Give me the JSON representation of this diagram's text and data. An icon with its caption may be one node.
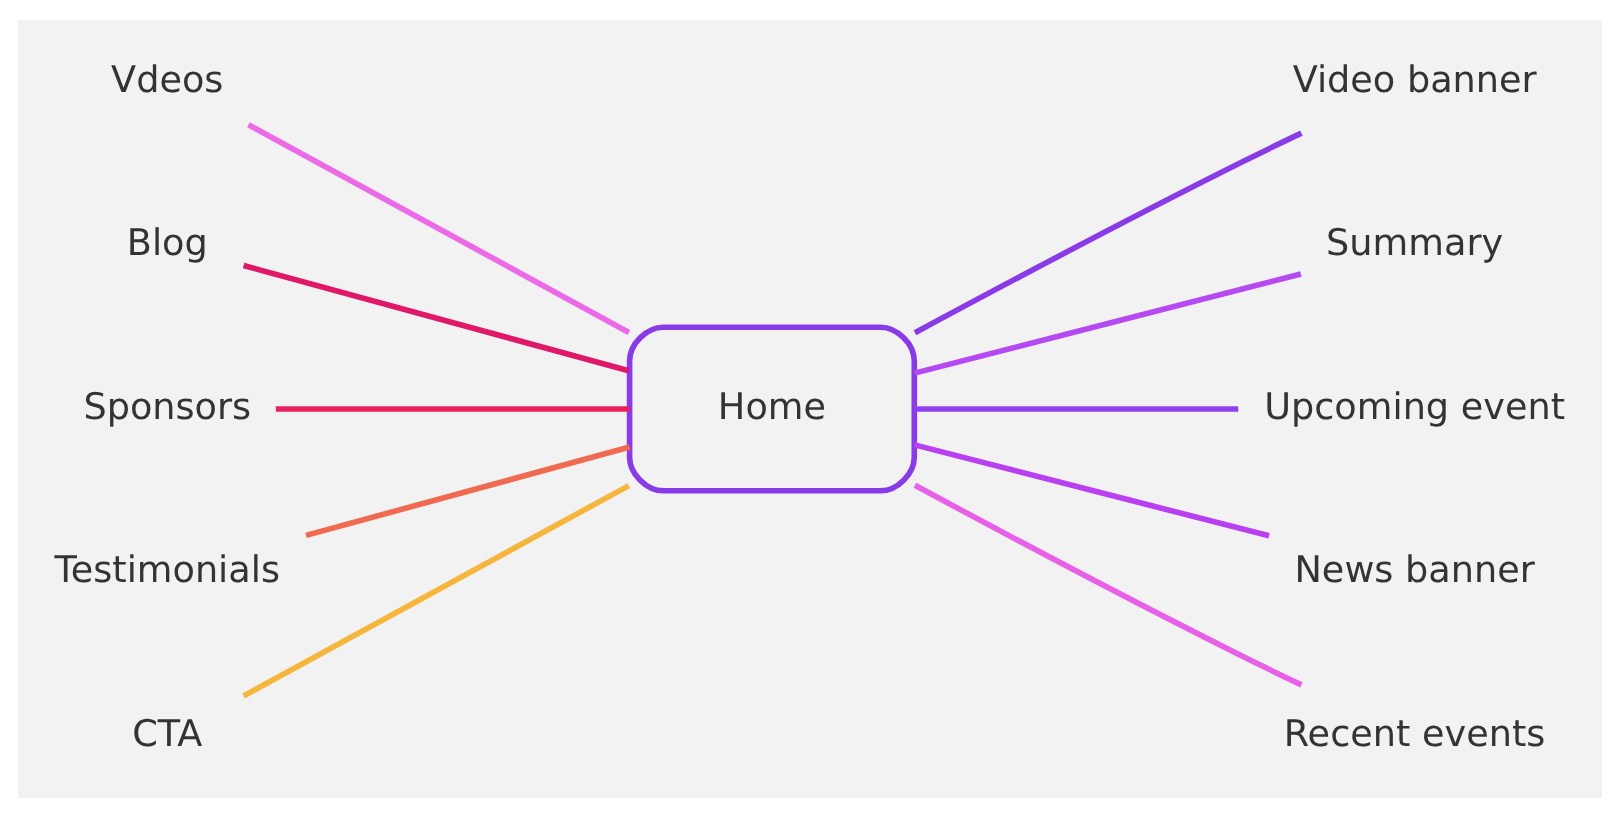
{
  "diagram": {
    "nodes": [
      {
        "text": [
          "Home"
        ]
      },
      {
        "text": [
          "Vdeos"
        ]
      },
      {
        "text": [
          "Blog"
        ]
      },
      {
        "text": [
          "Sponsors"
        ]
      },
      {
        "text": [
          "Testimonials"
        ]
      },
      {
        "text": [
          "CTA"
        ]
      },
      {
        "text": [
          "Video banner"
        ]
      },
      {
        "text": [
          "Summary"
        ]
      },
      {
        "text": [
          "Upcoming event"
        ]
      },
      {
        "text": [
          "News banner"
        ]
      },
      {
        "text": [
          "Recent events"
        ]
      }
    ],
    "edges": [
      {
        "from": 1,
        "to": 0,
        "arrow": "none",
        "color": "#ec6ae8"
      },
      {
        "from": 2,
        "to": 0,
        "arrow": "none",
        "color": "#e0186a"
      },
      {
        "from": 3,
        "to": 0,
        "arrow": "none",
        "color": "#ea1f5e"
      },
      {
        "from": 4,
        "to": 0,
        "arrow": "none",
        "color": "#f06a50"
      },
      {
        "from": 5,
        "to": 0,
        "arrow": "none",
        "color": "#f6b53c"
      },
      {
        "from": 0,
        "to": 6,
        "arrow": "none",
        "color": "#8a3be8"
      },
      {
        "from": 0,
        "to": 7,
        "arrow": "none",
        "color": "#b54af2"
      },
      {
        "from": 0,
        "to": 8,
        "arrow": "none",
        "color": "#9040f0"
      },
      {
        "from": 0,
        "to": 9,
        "arrow": "none",
        "color": "#b840f0"
      },
      {
        "from": 0,
        "to": 10,
        "arrow": "none",
        "color": "#e860e8"
      }
    ]
  }
}
